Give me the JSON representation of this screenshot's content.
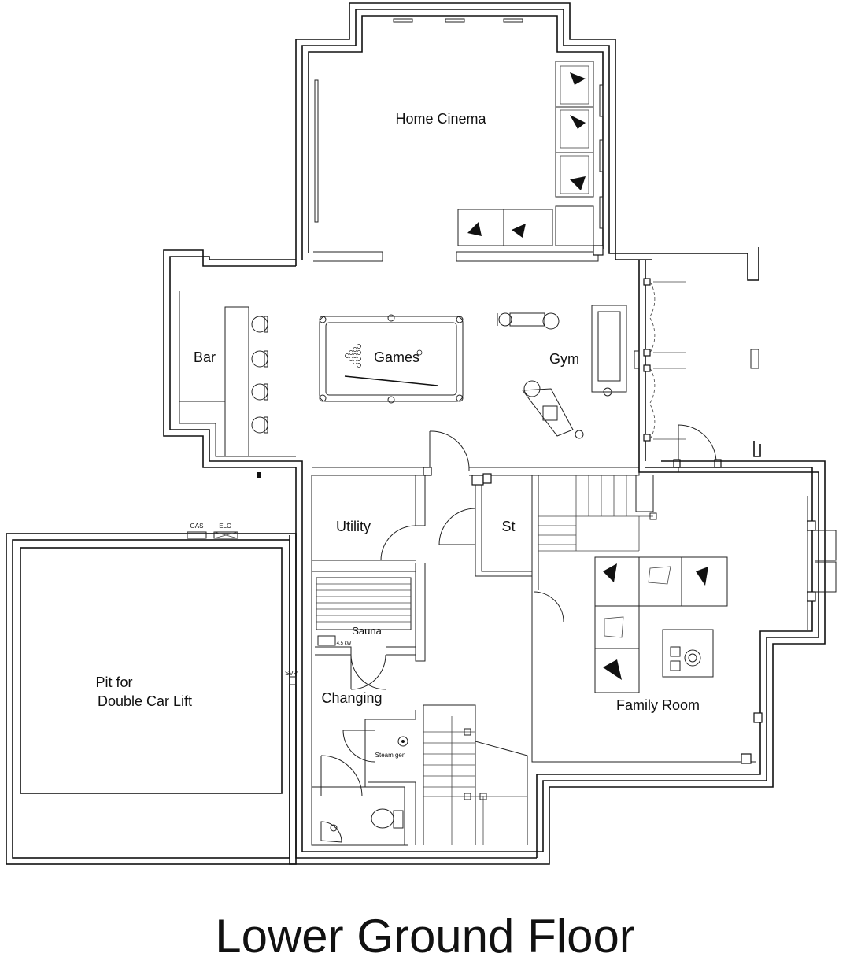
{
  "title": "Lower Ground Floor",
  "rooms": {
    "home_cinema": "Home Cinema",
    "bar": "Bar",
    "games": "Games",
    "gym": "Gym",
    "utility": "Utility",
    "store": "St",
    "sauna": "Sauna",
    "changing": "Changing",
    "family_room": "Family Room",
    "pit_line1": "Pit for",
    "pit_line2": "Double Car Lift"
  },
  "fixtures": {
    "gas": "GAS",
    "elc": "ELC",
    "svp": "SVP",
    "steam_gen": "Steam gen",
    "sauna_heater": "4.5 kW"
  },
  "icons": [
    "pool-table-icon",
    "treadmill-icon",
    "exercise-bike-icon",
    "weight-machine-icon",
    "sofa-icon",
    "bar-stool-icon",
    "toilet-icon",
    "shower-icon",
    "coffee-table-icon",
    "door-swing-icon",
    "staircase-icon"
  ]
}
